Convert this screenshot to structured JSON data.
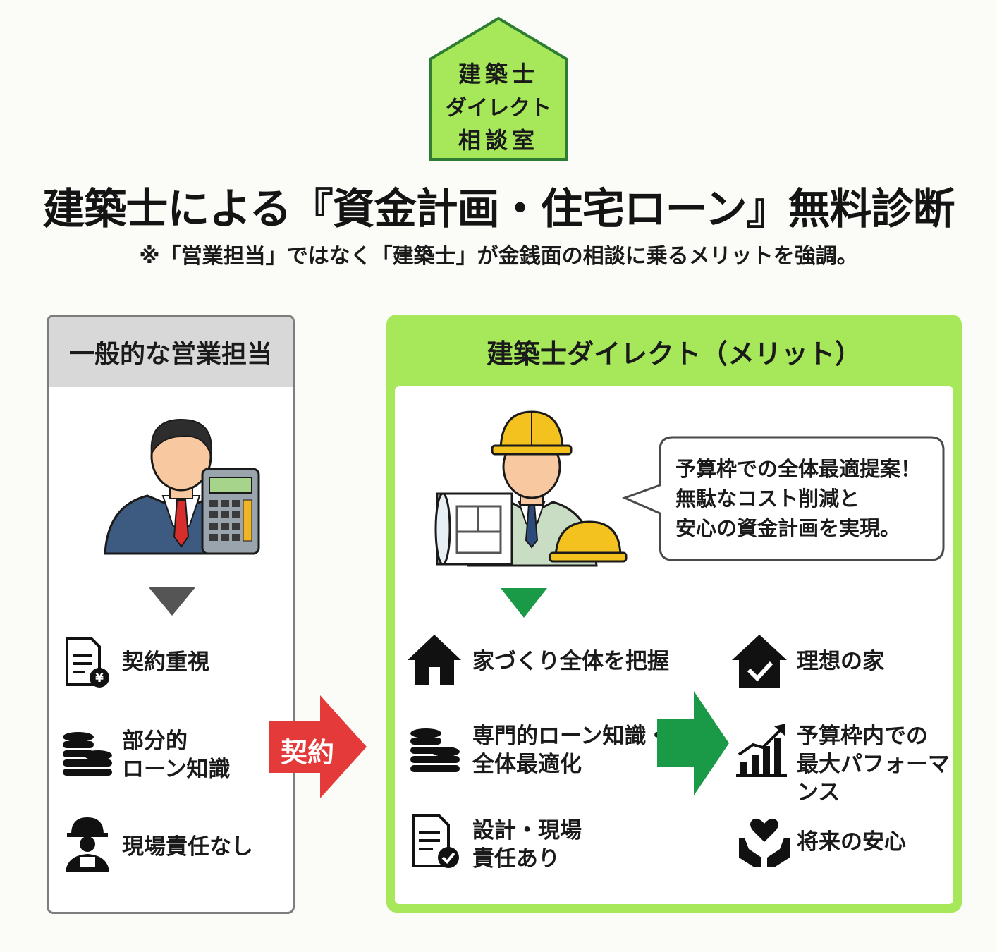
{
  "logo": {
    "lines": [
      "建築士",
      "ダイレクト",
      "相談室"
    ]
  },
  "title": "建築士による『資金計画・住宅ローン』無料診断",
  "subtitle": "※「営業担当」ではなく「建築士」が金銭面の相談に乗るメリットを強調。",
  "colors": {
    "green_panel": "#a6e85a",
    "green_arrow": "#1a9a47",
    "red_arrow": "#e53a3a",
    "gray_header": "#d8d8d8"
  },
  "left_panel": {
    "header": "一般的な営業担当",
    "items": [
      {
        "icon": "invoice-yen-icon",
        "label": "契約重視"
      },
      {
        "icon": "coins-stack-icon",
        "label": "部分的\nローン知識"
      },
      {
        "icon": "worker-icon",
        "label": "現場責任なし"
      }
    ]
  },
  "arrow_label": "契約",
  "right_panel": {
    "header": "建築士ダイレクト（メリット）",
    "speech_bubble": "予算枠での全体最適提案！\n無駄なコスト削減と\n安心の資金計画を実現。",
    "items": [
      {
        "icon": "house-icon",
        "label": "家づくり全体を把握"
      },
      {
        "icon": "coins-stack-icon",
        "label": "専門的ローン知識・\n全体最適化"
      },
      {
        "icon": "document-check-icon",
        "label": "設計・現場\n責任あり"
      }
    ],
    "results": [
      {
        "icon": "house-check-icon",
        "label": "理想の家"
      },
      {
        "icon": "growth-chart-icon",
        "label": "予算枠内での\n最大パフォーマンス"
      },
      {
        "icon": "hands-heart-icon",
        "label": "将来の安心"
      }
    ]
  }
}
